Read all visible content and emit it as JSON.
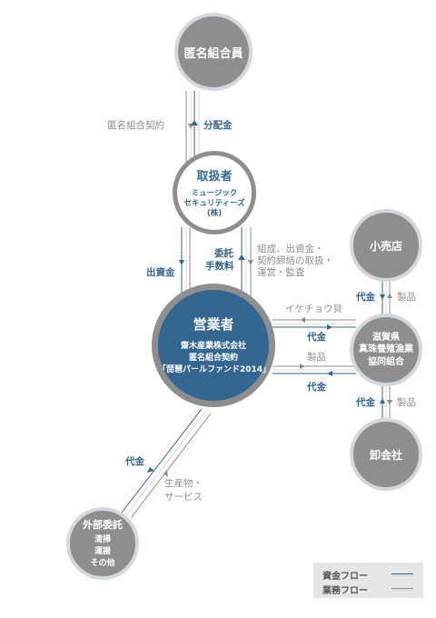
{
  "nodes": {
    "investors": {
      "title": "匿名組合員"
    },
    "handler": {
      "title": "取扱者",
      "sub1": "ミュージック",
      "sub2": "セキュリティーズ(株)"
    },
    "operator": {
      "title": "営業者",
      "sub1": "齋木産業株式会社",
      "sub2": "匿名組合契約",
      "sub3": "「琵琶パールファンド2014」"
    },
    "retailer": {
      "title": "小売店"
    },
    "cooperative": {
      "title1": "滋賀県",
      "title2": "真珠養殖漁業",
      "title3": "協同組合"
    },
    "wholesaler": {
      "title": "卸会社"
    },
    "outsource": {
      "title": "外部委託",
      "items": [
        "清掃",
        "運搬",
        "その他"
      ]
    }
  },
  "labels": {
    "contract": "匿名組合契約",
    "distribution": "分配金",
    "investment": "出資金",
    "fee_line1": "委託",
    "fee_line2": "手数料",
    "handling_1": "組成、出資金・",
    "handling_2": "契約締結の取扱・",
    "handling_3": "運営・監査",
    "ikecho": "イケチョウ貝",
    "payment_top": "代金",
    "product_mid": "製品",
    "payment_mid": "代金",
    "retail_payment": "代金",
    "retail_product": "製品",
    "whole_payment": "代金",
    "whole_product": "製品",
    "out_payment": "代金",
    "out_goods_1": "生産物・",
    "out_goods_2": "サービス"
  },
  "legend": {
    "money": "資金フロー",
    "business": "業務フロー"
  },
  "colors": {
    "money": "#336690",
    "business": "#8e8e8e",
    "light": "#d2d8dd"
  }
}
